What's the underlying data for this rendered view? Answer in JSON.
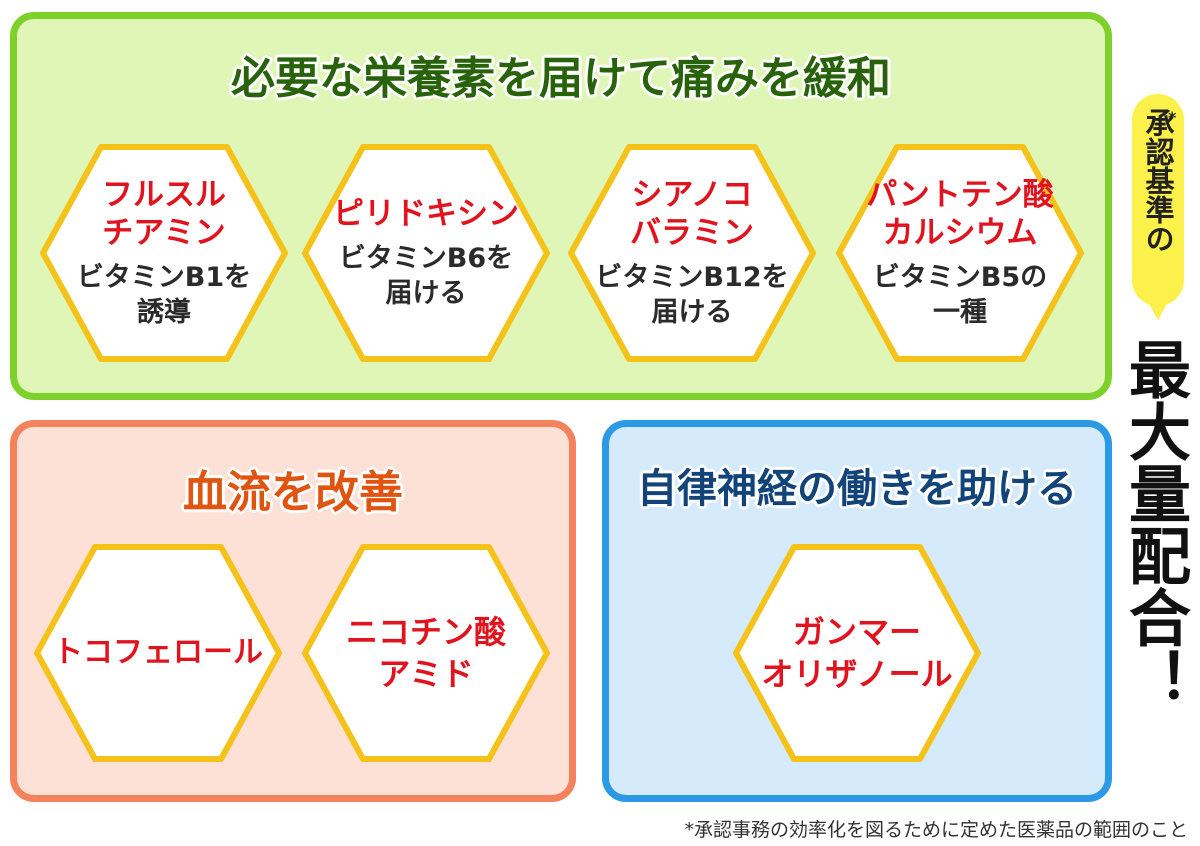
{
  "colors": {
    "green_border": "#7ed12a",
    "green_fill": "#dff6b6",
    "red_border": "#f4825c",
    "red_fill": "#fde1d7",
    "blue_border": "#2c99e6",
    "blue_fill": "#d5ebfb",
    "hex_border": "#f5c21a",
    "name_red": "#e0141e",
    "bubble_yellow": "#fbf14a"
  },
  "panels": {
    "green": {
      "title": "必要な栄養素を届けて痛みを緩和",
      "items": [
        {
          "name": "フルスル\nチアミン",
          "desc": "ビタミンB1を\n誘導"
        },
        {
          "name": "ピリドキシン",
          "desc": "ビタミンB6を\n届ける"
        },
        {
          "name": "シアノコ\nバラミン",
          "desc": "ビタミンB12を\n届ける"
        },
        {
          "name": "パントテン酸\nカルシウム",
          "desc": "ビタミンB5の\n一種"
        }
      ]
    },
    "red": {
      "title": "血流を改善",
      "items": [
        {
          "name": "トコフェロール"
        },
        {
          "name": "ニコチン酸\nアミド"
        }
      ]
    },
    "blue": {
      "title": "自律神経の働きを助ける",
      "items": [
        {
          "name": "ガンマー\nオリザノール"
        }
      ]
    }
  },
  "side": {
    "bubble_text": "承認基準の",
    "bubble_mark": "*",
    "main_text": "最大量配合！"
  },
  "footnote": "*承認事務の効率化を図るために定めた医薬品の範囲のこと"
}
